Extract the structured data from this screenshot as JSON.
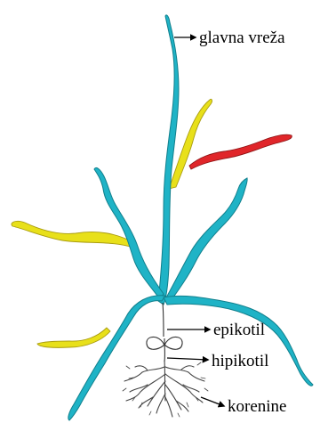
{
  "labels": {
    "main_runner": "glavna vreža",
    "epicotyl": "epikotil",
    "hypocotyl": "hipikotil",
    "roots": "korenine"
  },
  "colors": {
    "main_stem": "#1fb3c6",
    "main_stem_shadow": "#117f8c",
    "yellow_branch": "#e8e01a",
    "yellow_shadow": "#a99c10",
    "red_branch": "#e0262a",
    "red_shadow": "#8f1415",
    "root": "#444444",
    "arrow": "#000000"
  },
  "icons": {
    "seed": "seed-cotyledon-icon",
    "arrow": "arrow-right-icon"
  }
}
